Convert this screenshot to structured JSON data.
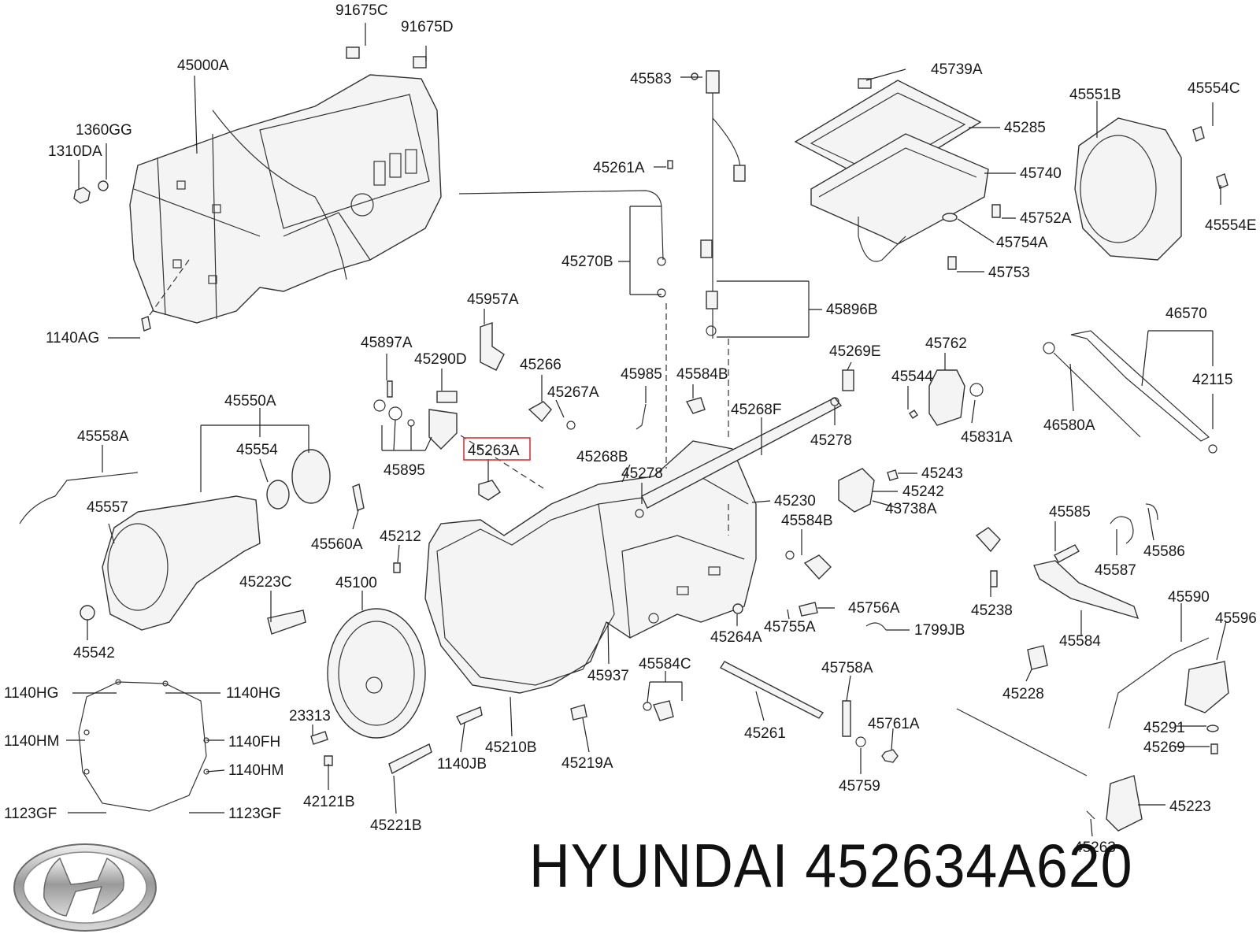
{
  "brand": {
    "name": "HYUNDAI",
    "part_number": "452634A620",
    "logo": "hyundai-logo-icon"
  },
  "highlight_color": "#d8343a",
  "highlighted_part": "45263A",
  "labels": {
    "l91675C": "91675C",
    "l91675D": "91675D",
    "l45000A": "45000A",
    "l1360GG": "1360GG",
    "l1310DA": "1310DA",
    "l1140AG": "1140AG",
    "l45583": "45583",
    "l45739A": "45739A",
    "l45285": "45285",
    "l45740": "45740",
    "l45752A": "45752A",
    "l45754A": "45754A",
    "l45753": "45753",
    "l45551B": "45551B",
    "l45554C": "45554C",
    "l45554E": "45554E",
    "l45261A": "45261A",
    "l45270B": "45270B",
    "l45896B": "45896B",
    "l45957A": "45957A",
    "l45897A": "45897A",
    "l45290D": "45290D",
    "l45266": "45266",
    "l45267A": "45267A",
    "l45985": "45985",
    "l45584B_1": "45584B",
    "l45269E": "45269E",
    "l45762": "45762",
    "l45544": "45544",
    "l46570": "46570",
    "l42115": "42115",
    "l46580A": "46580A",
    "l45831A": "45831A",
    "l45278_1": "45278",
    "l45268F": "45268F",
    "l45550A": "45550A",
    "l45558A": "45558A",
    "l45554": "45554",
    "l45557": "45557",
    "l45895": "45895",
    "l45263A": "45263A",
    "l45268B": "45268B",
    "l45278_2": "45278",
    "l45243": "45243",
    "l45242": "45242",
    "l43738A": "43738A",
    "l45230": "45230",
    "l45585": "45585",
    "l45586": "45586",
    "l45587": "45587",
    "l45584B_2": "45584B",
    "l45560A": "45560A",
    "l45212": "45212",
    "l45223C": "45223C",
    "l45100": "45100",
    "l45542": "45542",
    "l45238": "45238",
    "l45584": "45584",
    "l45590": "45590",
    "l45596": "45596",
    "l45756A": "45756A",
    "l45755A": "45755A",
    "l1799JB": "1799JB",
    "l45264A": "45264A",
    "l45937": "45937",
    "l45584C": "45584C",
    "l45758A": "45758A",
    "l45228": "45228",
    "l1140HG_1": "1140HG",
    "l1140HG_2": "1140HG",
    "l1140HM_1": "1140HM",
    "l1140FH": "1140FH",
    "l1140HM_2": "1140HM",
    "l1123GF_1": "1123GF",
    "l1123GF_2": "1123GF",
    "l23313": "23313",
    "l42121B": "42121B",
    "l45221B": "45221B",
    "l1140JB": "1140JB",
    "l45210B": "45210B",
    "l45219A": "45219A",
    "l45261": "45261",
    "l45761A": "45761A",
    "l45759": "45759",
    "l45291": "45291",
    "l45269": "45269",
    "l45223": "45223",
    "l45263": "45263"
  }
}
